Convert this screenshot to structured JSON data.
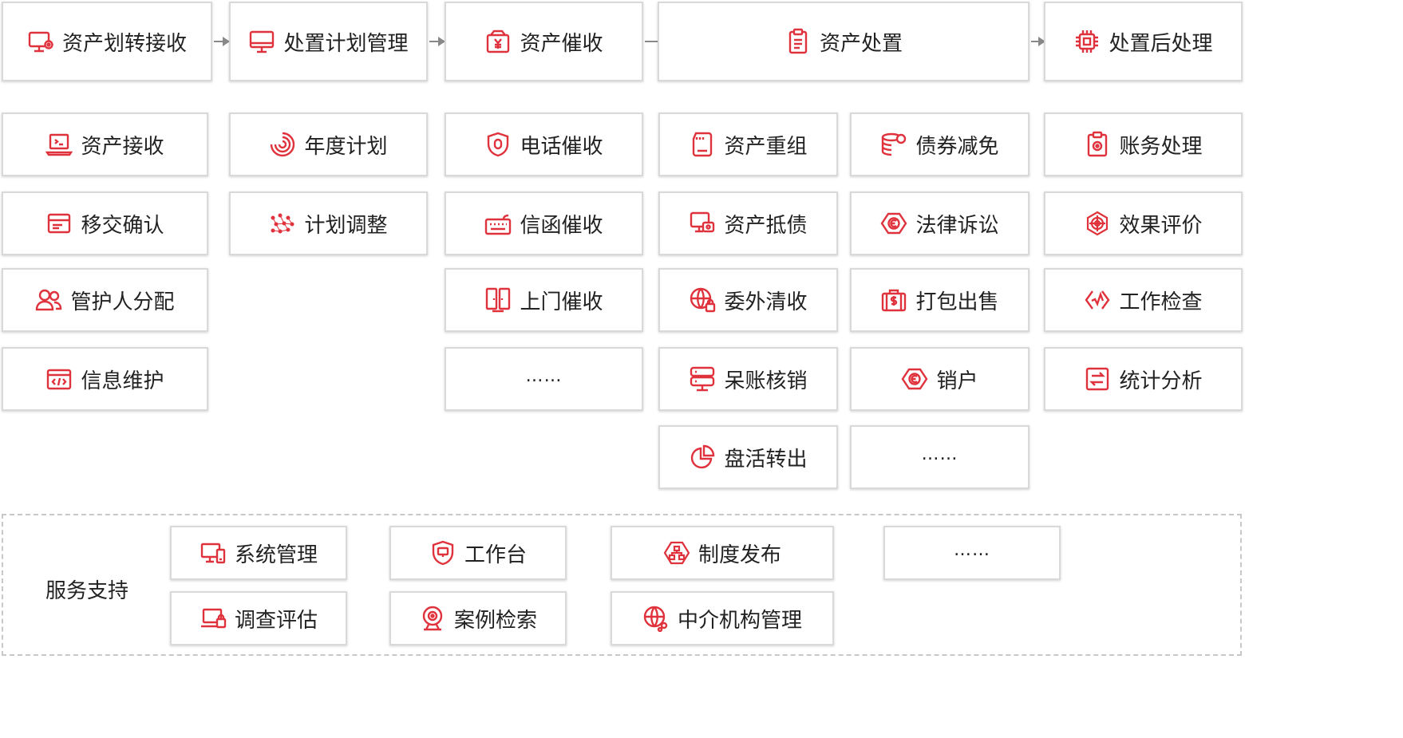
{
  "colors": {
    "accent": "#e0323c",
    "border": "#d9d9d9",
    "text": "#222222",
    "arrow": "#888888"
  },
  "top_stages": [
    {
      "label": "资产划转接收",
      "icon": "monitor-settings-icon"
    },
    {
      "label": "处置计划管理",
      "icon": "monitor-icon"
    },
    {
      "label": "资产催收",
      "icon": "yuan-wallet-icon"
    },
    {
      "label": "资产处置",
      "icon": "clipboard-icon"
    },
    {
      "label": "处置后处理",
      "icon": "chip-icon"
    }
  ],
  "col1": [
    {
      "label": "资产接收",
      "icon": "laptop-code-icon"
    },
    {
      "label": "移交确认",
      "icon": "card-icon"
    },
    {
      "label": "管护人分配",
      "icon": "users-icon"
    },
    {
      "label": "信息维护",
      "icon": "code-window-icon"
    }
  ],
  "col2": [
    {
      "label": "年度计划",
      "icon": "spiral-icon"
    },
    {
      "label": "计划调整",
      "icon": "network-dots-icon"
    }
  ],
  "col3": [
    {
      "label": "电话催收",
      "icon": "shield-icon"
    },
    {
      "label": "信函催收",
      "icon": "keyboard-icon"
    },
    {
      "label": "上门催收",
      "icon": "door-icon"
    },
    {
      "label": "……"
    }
  ],
  "col4": [
    {
      "label": "资产重组",
      "icon": "sd-card-icon"
    },
    {
      "label": "资产抵债",
      "icon": "monitor-user-icon"
    },
    {
      "label": "委外清收",
      "icon": "globe-lock-icon"
    },
    {
      "label": "呆账核销",
      "icon": "server-icon"
    },
    {
      "label": "盘活转出",
      "icon": "pie-chart-icon"
    }
  ],
  "col5": [
    {
      "label": "债券减免",
      "icon": "database-coin-icon"
    },
    {
      "label": "法律诉讼",
      "icon": "hexagon-e-icon"
    },
    {
      "label": "打包出售",
      "icon": "dollar-bag-icon"
    },
    {
      "label": "销户",
      "icon": "hexagon-e-icon"
    },
    {
      "label": "……"
    }
  ],
  "col6": [
    {
      "label": "账务处理",
      "icon": "clipboard-gear-icon"
    },
    {
      "label": "效果评价",
      "icon": "target-icon"
    },
    {
      "label": "工作检查",
      "icon": "pulse-check-icon"
    },
    {
      "label": "统计分析",
      "icon": "swap-arrows-icon"
    }
  ],
  "support": {
    "label": "服务支持",
    "items": [
      {
        "label": "系统管理",
        "icon": "devices-icon"
      },
      {
        "label": "工作台",
        "icon": "shield-monitor-icon"
      },
      {
        "label": "制度发布",
        "icon": "org-chart-icon"
      },
      {
        "label": "……"
      },
      {
        "label": "调查评估",
        "icon": "laptop-lock-icon"
      },
      {
        "label": "案例检索",
        "icon": "webcam-icon"
      },
      {
        "label": "中介机构管理",
        "icon": "globe-network-icon"
      }
    ]
  }
}
